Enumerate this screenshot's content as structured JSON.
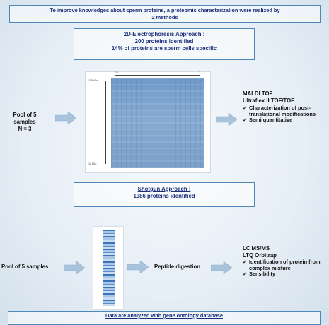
{
  "title": {
    "line1": "To improve knowledges about sperm proteins, a proteomic characterization were realized by",
    "line2": "2 methods"
  },
  "approach1": {
    "heading": "2D-Electrophoresis Approach :",
    "line1": "200 proteins identified",
    "line2": "14% of proteins are sperm cells specific",
    "pool_line1": "Pool of 5 samples",
    "pool_line2": "N = 3",
    "method_line1": "MALDI TOF",
    "method_line2": "Ultraflex II TOF/TOF",
    "checks": [
      "Characterization of post-translational modifications",
      "Semi quantitative"
    ]
  },
  "approach2": {
    "heading": "Shotgun Approach :",
    "line1": "1986 proteins identified",
    "pool_line": "Pool of 5 samples",
    "digestion": "Peptide digestion",
    "method_line1": "LC MS/MS",
    "method_line2": "LTQ Orbitrap",
    "checks": [
      "Identification of protein from complex mixture",
      "Sensibility"
    ]
  },
  "footer": "Data are analyzed with gene ontology database",
  "gel_labels": {
    "top_left": "10",
    "top_right": "3",
    "mw_top": "150 kDa",
    "mw_bottom": "10 kDa"
  },
  "colors": {
    "box_border": "#4f86b8",
    "heading_text": "#1b2f7a",
    "arrow_fill": "#a9c3dc",
    "gel_blue": "#7aa0c9"
  },
  "icons": [
    "right-arrow-icon",
    "check-mark-icon"
  ]
}
